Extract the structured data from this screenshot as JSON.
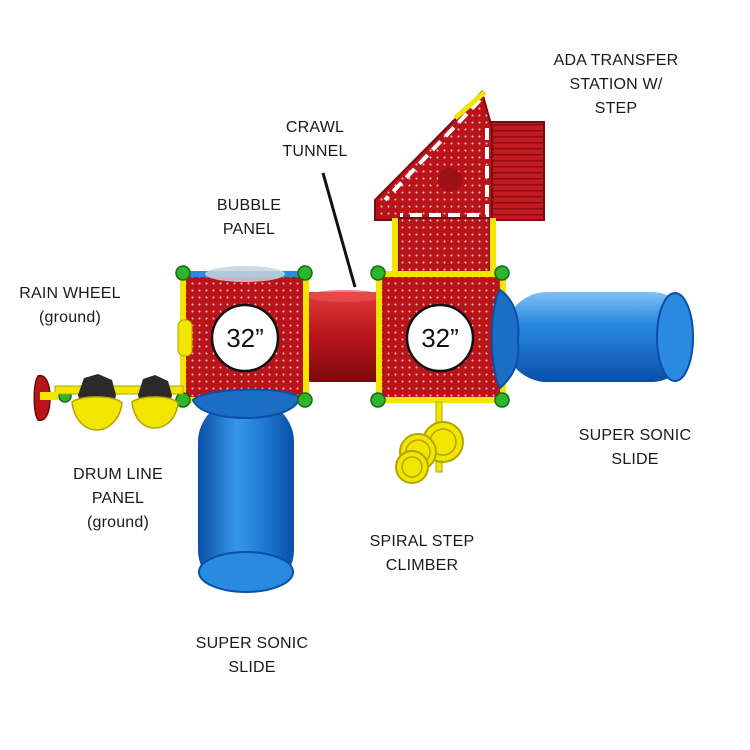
{
  "labels": {
    "ada_transfer": [
      "ADA TRANSFER",
      "STATION W/",
      "STEP"
    ],
    "crawl_tunnel": [
      "CRAWL",
      "TUNNEL"
    ],
    "bubble_panel": [
      "BUBBLE",
      "PANEL"
    ],
    "rain_wheel": [
      "RAIN WHEEL",
      "(ground)"
    ],
    "drum_line": [
      "DRUM LINE",
      "PANEL",
      "(ground)"
    ],
    "spiral_step": [
      "SPIRAL STEP",
      "CLIMBER"
    ],
    "slide_right": [
      "SUPER SONIC",
      "SLIDE"
    ],
    "slide_bottom": [
      "SUPER SONIC",
      "SLIDE"
    ]
  },
  "decks": {
    "left_height": "32”",
    "right_height": "32”"
  },
  "colors": {
    "deck_red": "#b8141a",
    "slide_blue": "#1f7fd6",
    "frame_yellow": "#f2e600",
    "clamp_green": "#2db52d"
  }
}
